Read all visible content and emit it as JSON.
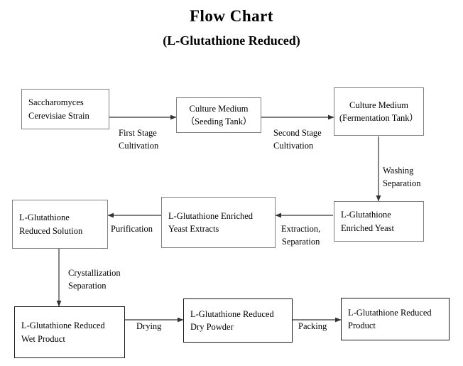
{
  "title": {
    "main": "Flow Chart",
    "sub": "(L-Glutathione Reduced)"
  },
  "chart_data": {
    "type": "diagram",
    "title": "Flow Chart (L-Glutathione Reduced)",
    "nodes": [
      {
        "id": "n1",
        "label": "Saccharomyces\nCerevisiae Strain",
        "row": 1
      },
      {
        "id": "n2",
        "label": "Culture Medium\n（Seeding Tank）",
        "row": 1
      },
      {
        "id": "n3",
        "label": "Culture Medium\n(Fermentation Tank）",
        "row": 1
      },
      {
        "id": "n4",
        "label": "L-Glutathione\nEnriched Yeast",
        "row": 2
      },
      {
        "id": "n5",
        "label": "L-Glutathione Enriched\nYeast Extracts",
        "row": 2
      },
      {
        "id": "n6",
        "label": "L-Glutathione\nReduced Solution",
        "row": 2
      },
      {
        "id": "n7",
        "label": "L-Glutathione Reduced\nWet Product",
        "row": 3
      },
      {
        "id": "n8",
        "label": "L-Glutathione Reduced\nDry Powder",
        "row": 3
      },
      {
        "id": "n9",
        "label": "L-Glutathione Reduced\nProduct",
        "row": 3
      }
    ],
    "edges": [
      {
        "from": "n1",
        "to": "n2",
        "label": "First Stage\nCultivation",
        "direction": "right"
      },
      {
        "from": "n2",
        "to": "n3",
        "label": "Second Stage\nCultivation",
        "direction": "right"
      },
      {
        "from": "n3",
        "to": "n4",
        "label": "Washing\nSeparation",
        "direction": "down"
      },
      {
        "from": "n4",
        "to": "n5",
        "label": "Extraction,\nSeparation",
        "direction": "left"
      },
      {
        "from": "n5",
        "to": "n6",
        "label": "Purification",
        "direction": "left"
      },
      {
        "from": "n6",
        "to": "n7",
        "label": "Crystallization\nSeparation",
        "direction": "down"
      },
      {
        "from": "n7",
        "to": "n8",
        "label": "Drying",
        "direction": "right"
      },
      {
        "from": "n8",
        "to": "n9",
        "label": "Packing",
        "direction": "right"
      }
    ]
  },
  "colors": {
    "background": "#ffffff",
    "box_border": "#808080",
    "box_border_dark": "#1a1a1a",
    "text": "#000000",
    "arrow": "#333333"
  }
}
